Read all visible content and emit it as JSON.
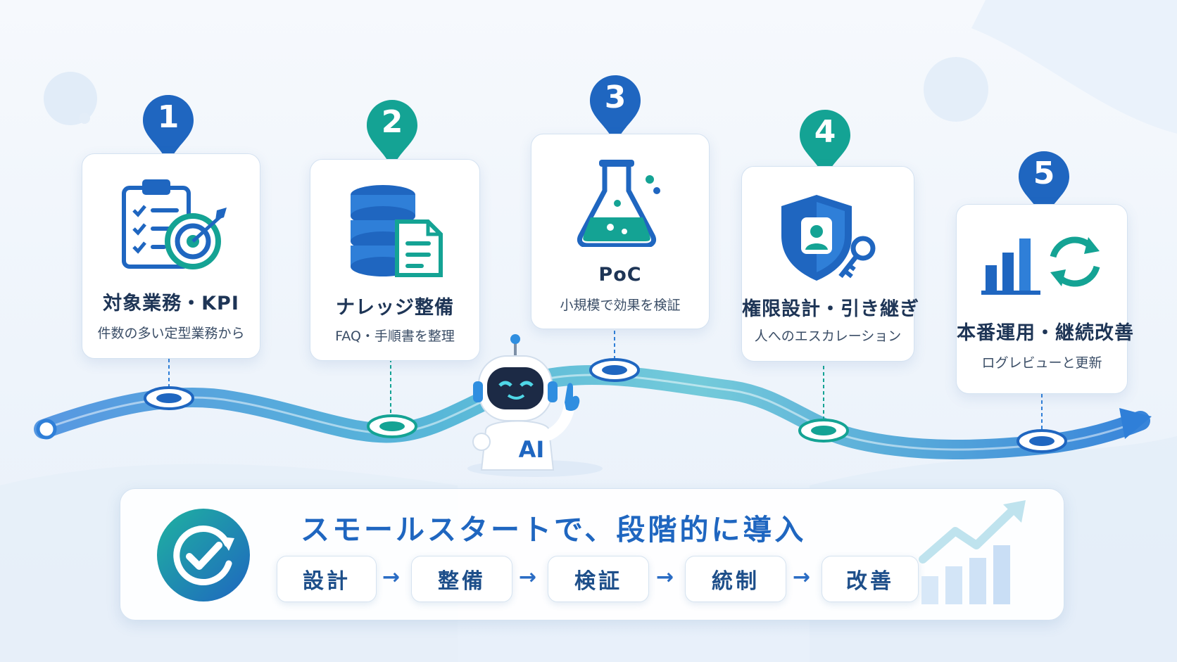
{
  "steps": [
    {
      "number": "1",
      "title": "対象業務・KPI",
      "subtitle": "件数の多い定型業務から",
      "icon": "clipboard-target-icon"
    },
    {
      "number": "2",
      "title": "ナレッジ整備",
      "subtitle": "FAQ・手順書を整理",
      "icon": "database-document-icon"
    },
    {
      "number": "3",
      "title": "PoC",
      "subtitle": "小規模で効果を検証",
      "icon": "flask-icon"
    },
    {
      "number": "4",
      "title": "権限設計・引き継ぎ",
      "subtitle": "人へのエスカレーション",
      "icon": "shield-key-icon"
    },
    {
      "number": "5",
      "title": "本番運用・継続改善",
      "subtitle": "ログレビューと更新",
      "icon": "chart-refresh-icon"
    }
  ],
  "robot": {
    "label": "AI"
  },
  "banner": {
    "title": "スモールスタートで、段階的に導入",
    "flow": [
      "設計",
      "整備",
      "検証",
      "統制",
      "改善"
    ],
    "arrow": "→"
  },
  "colors": {
    "blue": "#1f66c0",
    "teal": "#14a394",
    "navy": "#1e3556"
  }
}
